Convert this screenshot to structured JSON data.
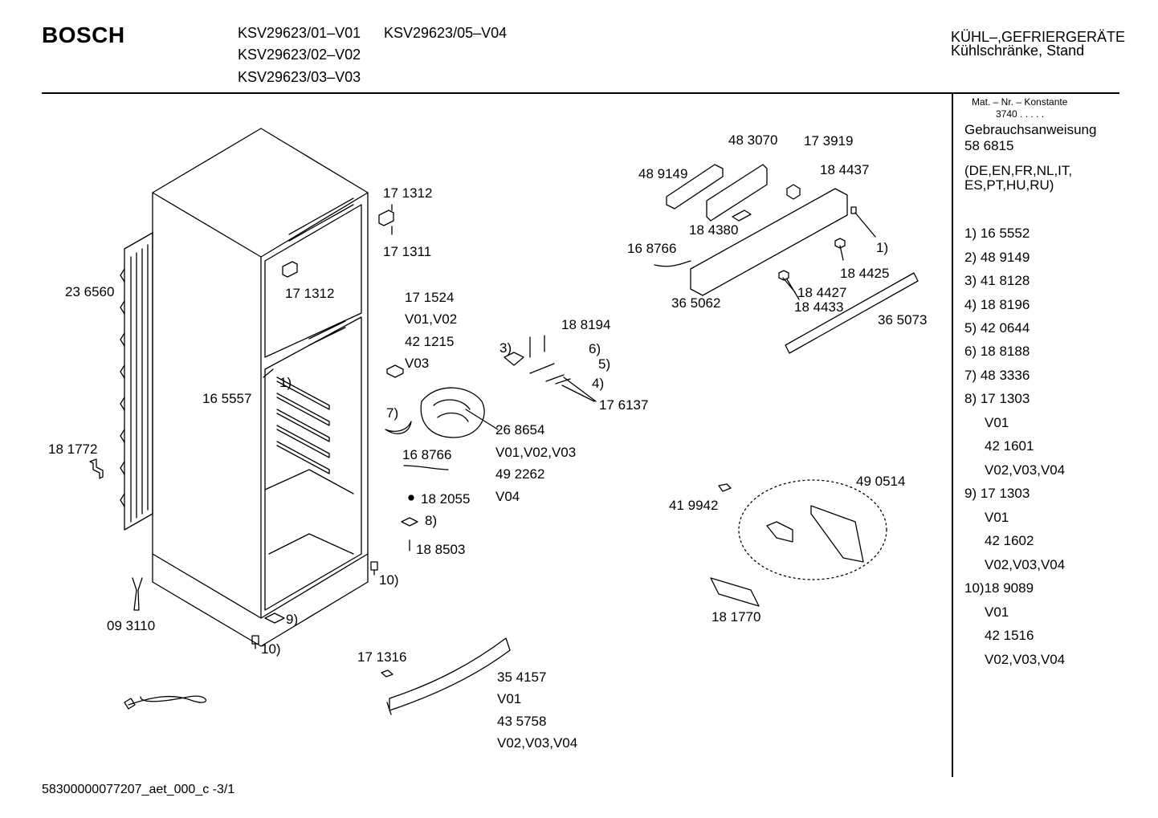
{
  "header": {
    "brand": "BOSCH",
    "models": [
      "KSV29623/01–V01",
      "KSV29623/05–V04",
      "KSV29623/02–V02",
      "KSV29623/03–V03"
    ],
    "category_line1": "KÜHL–,GEFRIERGERÄTE",
    "category_line2": "Kühlschränke, Stand"
  },
  "sidebar": {
    "mat_header": "Mat. – Nr. – Konstante",
    "mat_value": "3740  .   .   .   .   .",
    "manual_label": "Gebrauchsanweisung",
    "manual_number": "58 6815",
    "languages_line1": "(DE,EN,FR,NL,IT,",
    "languages_line2": "ES,PT,HU,RU)",
    "items": [
      "1)  16 5552",
      "2)  48 9149",
      "3)  41 8128",
      "4)  18 8196",
      "5)  42 0644",
      "6)  18 8188",
      "7)  48 3336",
      "8)  17 1303",
      "V01",
      "42 1601",
      "V02,V03,V04",
      "9)  17 1303",
      "V01",
      "42 1602",
      "V02,V03,V04",
      "10)18 9089",
      "V01",
      "42 1516",
      "V02,V03,V04"
    ]
  },
  "labels": {
    "l01": "48 3070",
    "l02": "17 3919",
    "l03": "48 9149",
    "l04": "18 4437",
    "l05": "17 1312",
    "l06": "18 4380",
    "l07": "16 8766",
    "l08": "1)",
    "l09": "17 1311",
    "l10": "18 4425",
    "l11": "23 6560",
    "l12": "17 1312",
    "l13": "17 1524",
    "l14": "18 4427",
    "l15": "36 5062",
    "l16": "18 4433",
    "l17": "V01,V02",
    "l18": "36 5073",
    "l19": "18 8194",
    "l20": "42 1215",
    "l21": "3)",
    "l22": "6)",
    "l23": "V03",
    "l24": "5)",
    "l25": "1)",
    "l26": "4)",
    "l27": "16 5557",
    "l28": "17 6137",
    "l29": "7)",
    "l30": "26 8654",
    "l31": "V01,V02,V03",
    "l32": "18 1772",
    "l33": "16 8766",
    "l34": "49 2262",
    "l35": "49 0514",
    "l36": "18 2055",
    "l37": "V04",
    "l38": "41 9942",
    "l39": "8)",
    "l40": "18 8503",
    "l41": "10)",
    "l42": "18 1770",
    "l43": "09 3110",
    "l44": "9)",
    "l45": "10)",
    "l46": "17 1316",
    "l47": "35 4157",
    "l48": "V01",
    "l49": "43 5758",
    "l50": "V02,V03,V04"
  },
  "footer": {
    "doc_id": "58300000077207_aet_000_c",
    "page": "-3/1"
  }
}
